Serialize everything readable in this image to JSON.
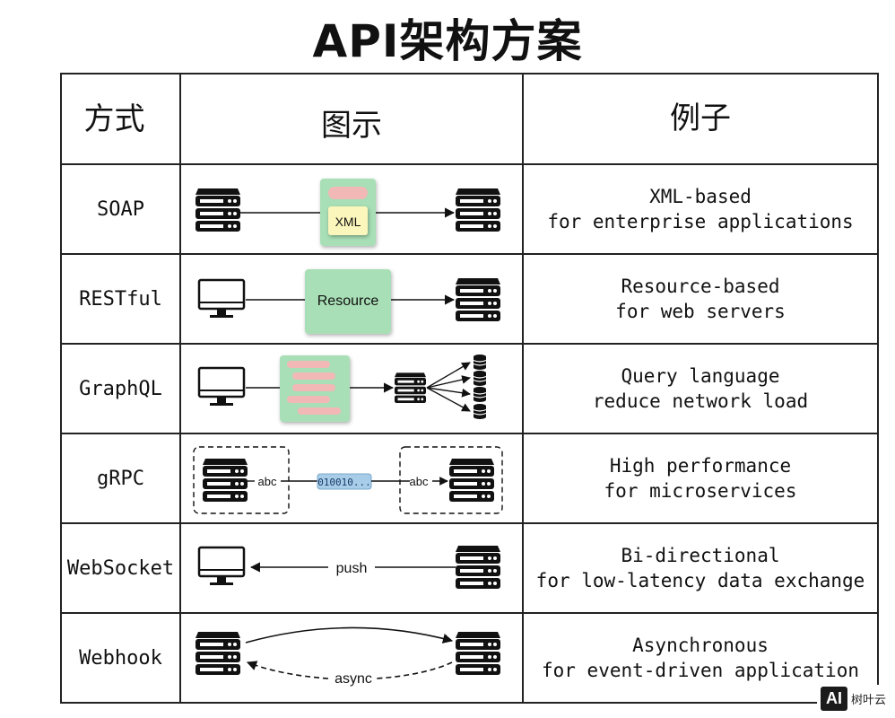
{
  "title": "API架构方案",
  "headers": {
    "method": "方式",
    "diagram": "图示",
    "example": "例子"
  },
  "rows": [
    {
      "method": "SOAP",
      "example": [
        "XML-based",
        "for enterprise applications"
      ],
      "labels": [
        "XML"
      ]
    },
    {
      "method": "RESTful",
      "example": [
        "Resource-based",
        "for web servers"
      ],
      "labels": [
        "Resource"
      ]
    },
    {
      "method": "GraphQL",
      "example": [
        "Query language",
        "reduce network load"
      ],
      "labels": []
    },
    {
      "method": "gRPC",
      "example": [
        "High performance",
        "for microservices"
      ],
      "labels": [
        "abc",
        "010010...",
        "abc"
      ]
    },
    {
      "method": "WebSocket",
      "example": [
        "Bi-directional",
        "for low-latency data exchange"
      ],
      "labels": [
        "push"
      ]
    },
    {
      "method": "Webhook",
      "example": [
        "Asynchronous",
        "for event-driven application"
      ],
      "labels": [
        "async"
      ]
    }
  ],
  "watermark": {
    "logo": "AI",
    "text": "树叶云"
  },
  "colors": {
    "green_box": "#a8dfb6",
    "pink_bar": "#f1b8b6",
    "yellow_box": "#fbf6bb",
    "blue_chip": "#a8cde9"
  }
}
